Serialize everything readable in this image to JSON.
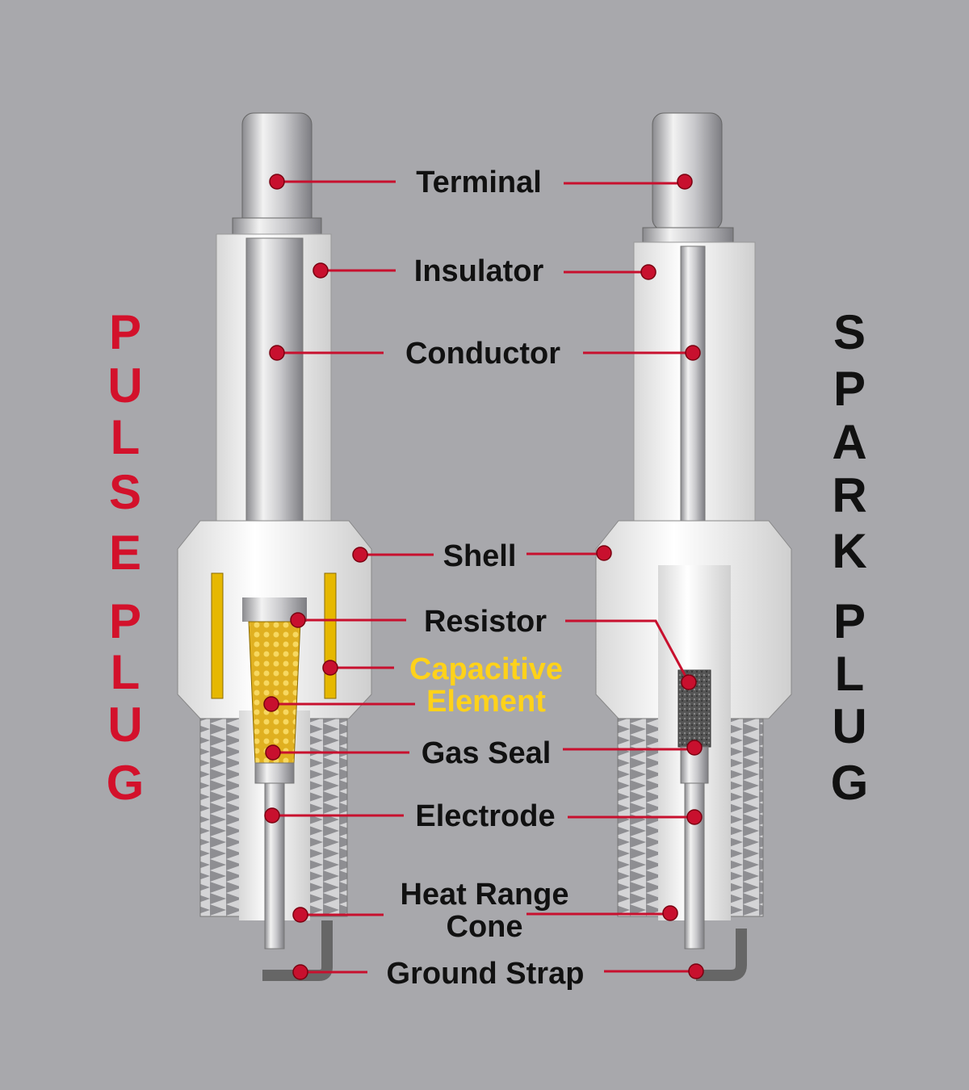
{
  "title_left": [
    "P",
    "U",
    "L",
    "S",
    "E",
    "P",
    "L",
    "U",
    "G"
  ],
  "title_right": [
    "S",
    "P",
    "A",
    "R",
    "K",
    "P",
    "L",
    "U",
    "G"
  ],
  "title_left_text": "PULSE PLUG",
  "title_right_text": "SPARK PLUG",
  "labels": {
    "terminal": "Terminal",
    "insulator": "Insulator",
    "conductor": "Conductor",
    "shell": "Shell",
    "resistor": "Resistor",
    "capacitive_1": "Capacitive",
    "capacitive_2": "Element",
    "gas_seal": "Gas Seal",
    "electrode": "Electrode",
    "heat_range_1": "Heat Range",
    "heat_range_2": "Cone",
    "ground_strap": "Ground Strap"
  },
  "colors": {
    "accent_red": "#c8102e",
    "highlight_yellow": "#ffd21a",
    "background": "#a8a8ac"
  }
}
